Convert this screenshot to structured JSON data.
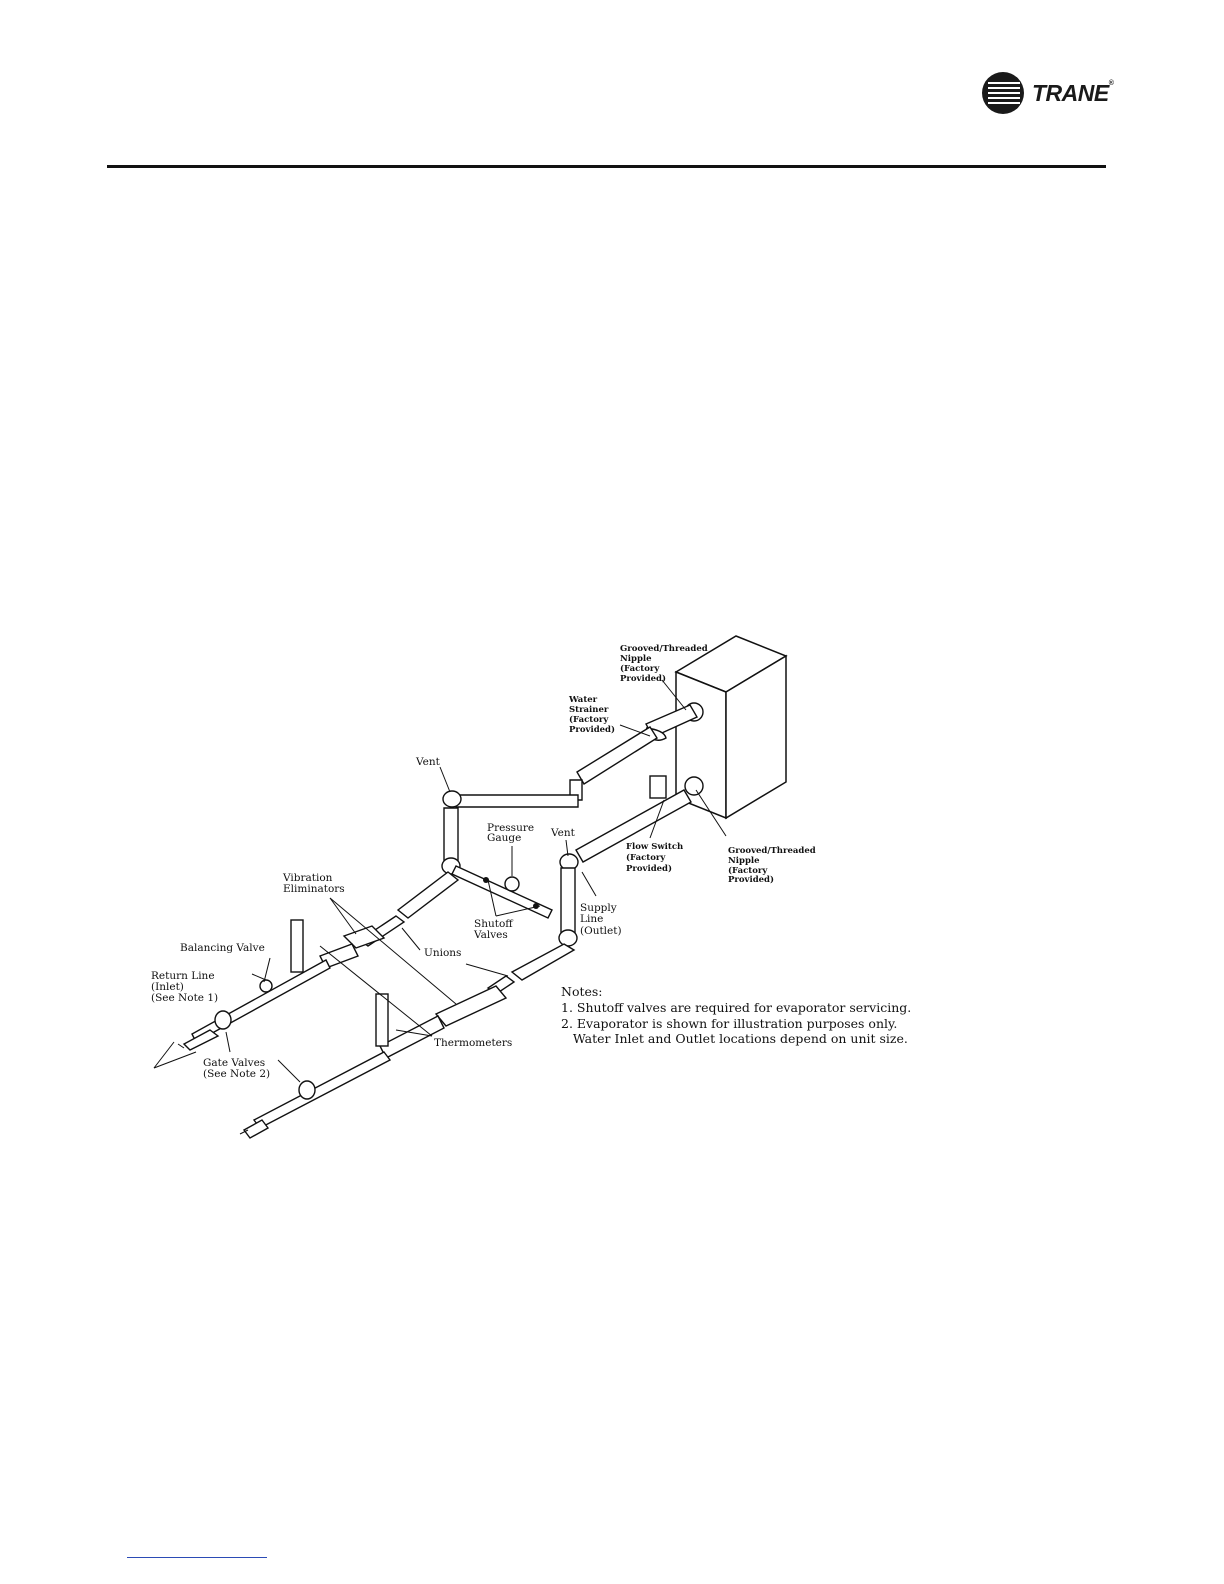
{
  "brand": {
    "name": "TRANE",
    "registered": "®"
  },
  "diagram": {
    "labels": {
      "nipple_top": [
        "Grooved/Threaded",
        "Nipple",
        "(Factory",
        "Provided)"
      ],
      "strainer": [
        "Water",
        "Strainer",
        "(Factory",
        "Provided)"
      ],
      "vent_left": "Vent",
      "pressure_gauge": [
        "Pressure",
        "Gauge"
      ],
      "vent_right": "Vent",
      "flow_switch": [
        "Flow Switch",
        "(Factory",
        "Provided)"
      ],
      "nipple_bottom": [
        "Grooved/Threaded",
        "Nipple",
        "(Factory",
        "Provided)"
      ],
      "vibration": [
        "Vibration",
        "Eliminators"
      ],
      "shutoff": [
        "Shutoff",
        "Valves"
      ],
      "supply": [
        "Supply",
        "Line",
        "(Outlet)"
      ],
      "unions": "Unions",
      "balancing": "Balancing Valve",
      "return_line": [
        "Return Line",
        "(Inlet)",
        "(See Note 1)"
      ],
      "gate_valves": [
        "Gate Valves",
        "(See Note 2)"
      ],
      "thermometers": "Thermometers"
    },
    "notes": {
      "heading": "Notes:",
      "items": [
        "1. Shutoff valves are required for evaporator servicing.",
        "2. Evaporator is shown for illustration purposes only.",
        "   Water Inlet and Outlet locations depend on unit size."
      ]
    }
  }
}
